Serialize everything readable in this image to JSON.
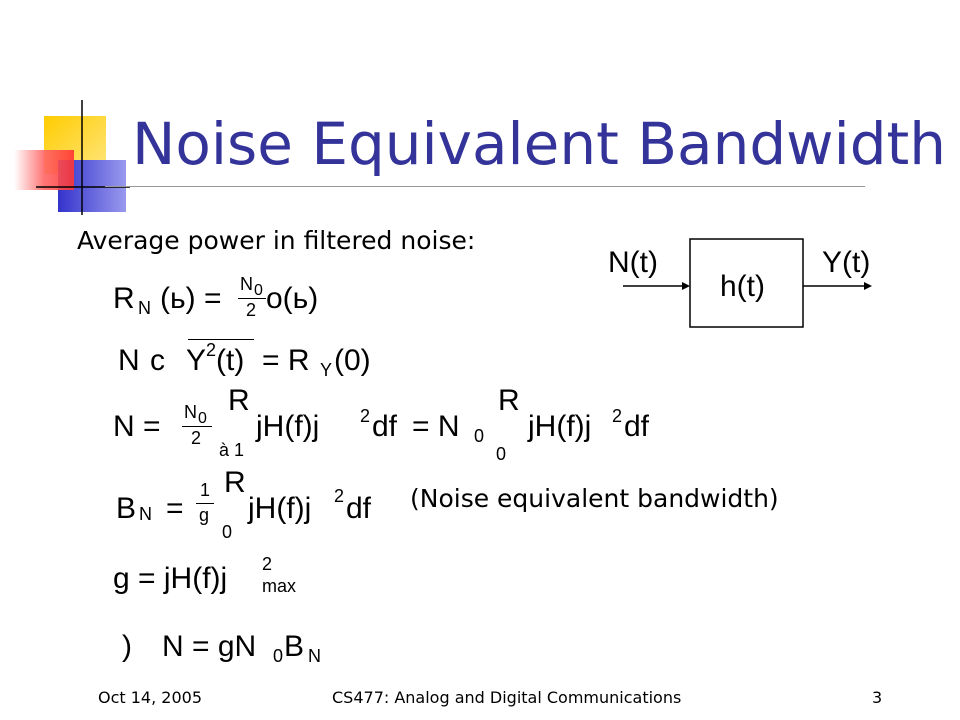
{
  "slide": {
    "title": "Noise Equivalent Bandwidth",
    "subtitle": "Average power in filtered noise:",
    "annotation": "(Noise equivalent bandwidth)"
  },
  "diagram": {
    "input_label": "N(t)",
    "block_label": "h(t)",
    "output_label": "Y(t)"
  },
  "equations": {
    "eq1": {
      "lhs": "R",
      "lhs_sub": "N",
      "paren1": "(ь) =",
      "num": "N",
      "num_sub": "0",
      "den": "2",
      "rhs": "o(ь)"
    },
    "eq2": {
      "a": "N",
      "b": "c",
      "y": "Y",
      "sup": "2",
      "t": "(t)",
      "eq": "= R",
      "sub": "Y",
      "end": "(0)"
    },
    "eq3": {
      "lhs": "N =",
      "num": "N",
      "num_sub": "0",
      "den": "2",
      "int_top": "R",
      "int_bot": "à 1",
      "body": "jH(f)j",
      "sup": "2",
      "df": "df",
      "eq2": "= N",
      "sub2": "0",
      "int2_top": "R",
      "int2_bot": "0",
      "body2": "jH(f)j",
      "sup2": "2",
      "df2": "df"
    },
    "eq4": {
      "lhs": "B",
      "lhs_sub": "N",
      "eq": "=",
      "num": "1",
      "den": "g",
      "int_top": "R",
      "int_bot": "0",
      "body": "jH(f)j",
      "sup": "2",
      "df": "df"
    },
    "eq5": {
      "lhs": "g = jH(f)j",
      "sup": "2",
      "sub": "max"
    },
    "eq6": {
      "arrow": ")",
      "lhs": "N = gN",
      "sub": "0",
      "b": "B",
      "b_sub": "N"
    }
  },
  "footer": {
    "date": "Oct 14, 2005",
    "course": "CS477: Analog and Digital Communications",
    "page": "3"
  },
  "colors": {
    "title": "#333399",
    "deco_yellow": "#ffcc00",
    "deco_blue": "#3333cc",
    "deco_red": "#ff3333"
  }
}
